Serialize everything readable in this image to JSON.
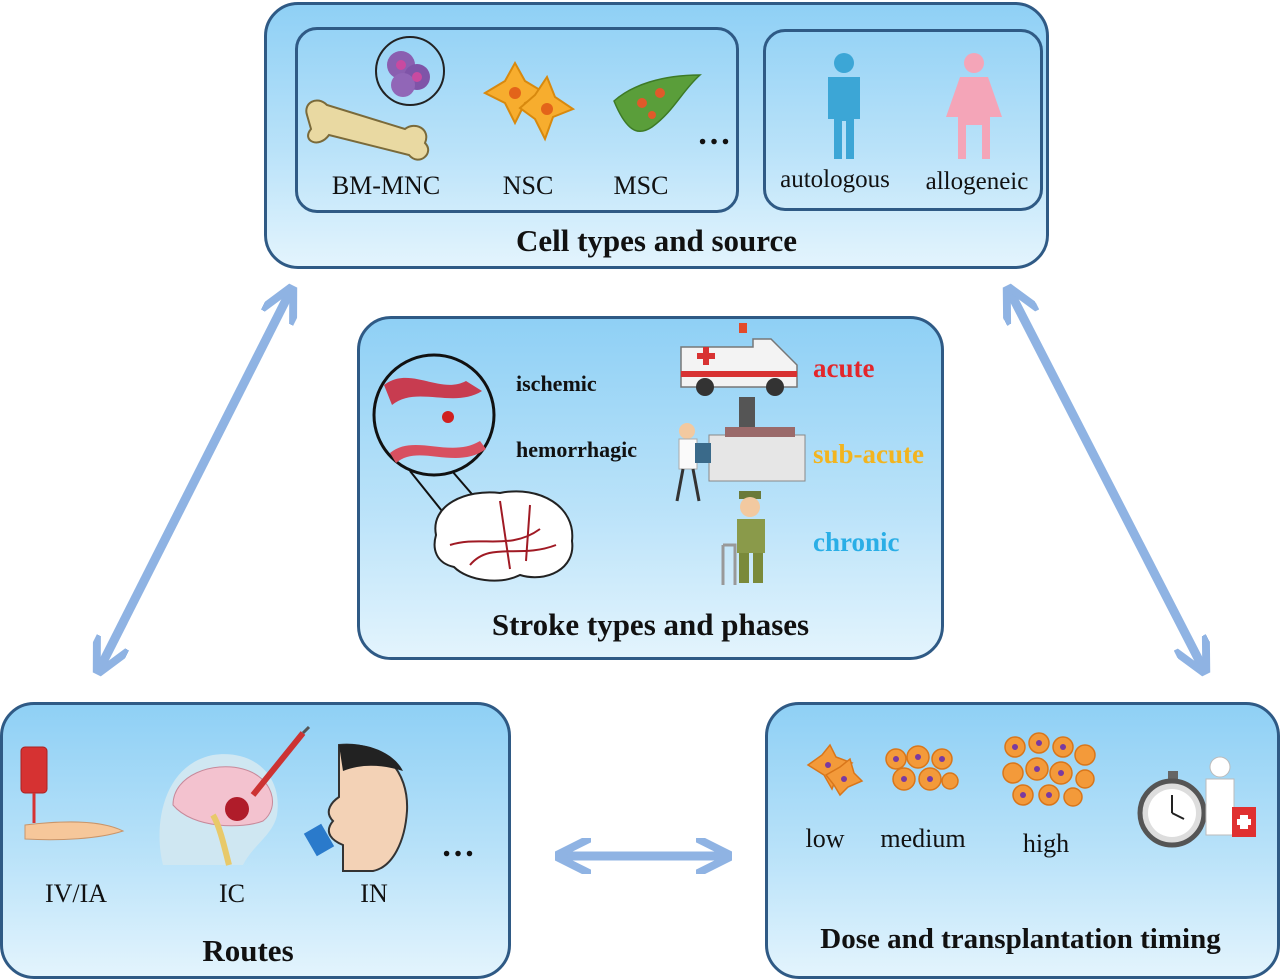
{
  "colors": {
    "border": "#2f5a85",
    "arrow": "#8fb3e3",
    "acute": "#e3262b",
    "subacute": "#f2b41f",
    "chronic": "#2aaee6"
  },
  "cell_panel": {
    "title": "Cell types and source",
    "types": [
      "BM-MNC",
      "NSC",
      "MSC"
    ],
    "more": "…",
    "sources": [
      "autologous",
      "allogeneic"
    ]
  },
  "stroke_panel": {
    "title": "Stroke types and phases",
    "types": [
      "ischemic",
      "hemorrhagic"
    ],
    "phases": [
      "acute",
      "sub-acute",
      "chronic"
    ]
  },
  "routes_panel": {
    "title": "Routes",
    "routes": [
      "IV/IA",
      "IC",
      "IN"
    ],
    "more": "…"
  },
  "dose_panel": {
    "title": "Dose and transplantation timing",
    "doses": [
      "low",
      "medium",
      "high"
    ]
  }
}
